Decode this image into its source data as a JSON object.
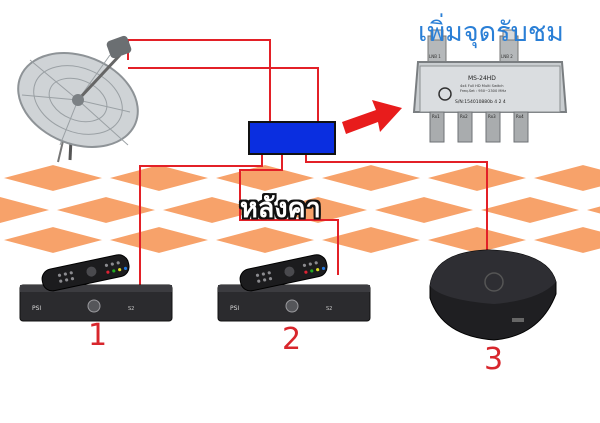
{
  "header": {
    "title": "เพิ่มจุดรับชม"
  },
  "roof_label": "หลังคา",
  "switch": {
    "model": "MS-24HD",
    "subtitle": "4x4 Full HD Multi Switch",
    "spec": "Freq.Set : 950~2300 MHz",
    "serial": "S/N:154010880b 4 2 4",
    "input_left": "LNB 1",
    "input_right": "LNB 2",
    "output_labels": [
      "Rx1",
      "Rx2",
      "Rx3",
      "Rx4"
    ]
  },
  "receivers": [
    {
      "number": "1",
      "brand": "PSI",
      "model": "S2"
    },
    {
      "number": "2",
      "brand": "PSI",
      "model": "S2"
    },
    {
      "number": "3"
    }
  ],
  "colors": {
    "cable": "#e32027",
    "splitter": "#0a2ee0",
    "roof": "#f7a26a",
    "title": "#2a7fd6",
    "arrow": "#e81c1c"
  }
}
